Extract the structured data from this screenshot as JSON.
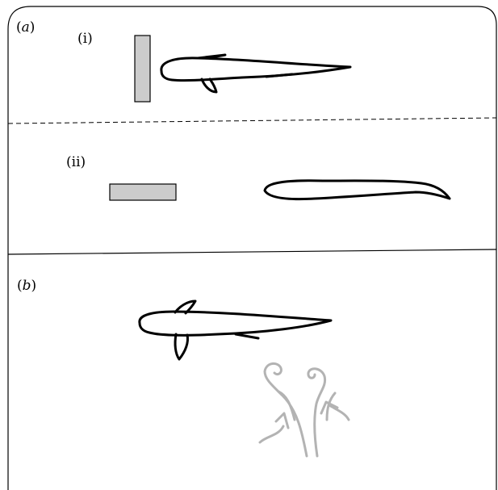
{
  "figure": {
    "panel_a": {
      "label_open": "(",
      "label_letter": "a",
      "label_close": ")",
      "sub_i": "(i)",
      "sub_ii": "(ii)"
    },
    "panel_b": {
      "label_open": "(",
      "label_letter": "b",
      "label_close": ")"
    }
  },
  "colors": {
    "outline": "#000000",
    "obstacle_fill": "#cccccc",
    "vortex": "#b3b3b3"
  },
  "icons": {
    "obstacle_i": "vertical-rectangle",
    "fish_i": "fish-top-view",
    "obstacle_ii": "horizontal-rectangle",
    "fish_ii": "fish-side-view",
    "fish_b": "fish-top-view",
    "vortex_b": "vortex-pair-arrows"
  }
}
